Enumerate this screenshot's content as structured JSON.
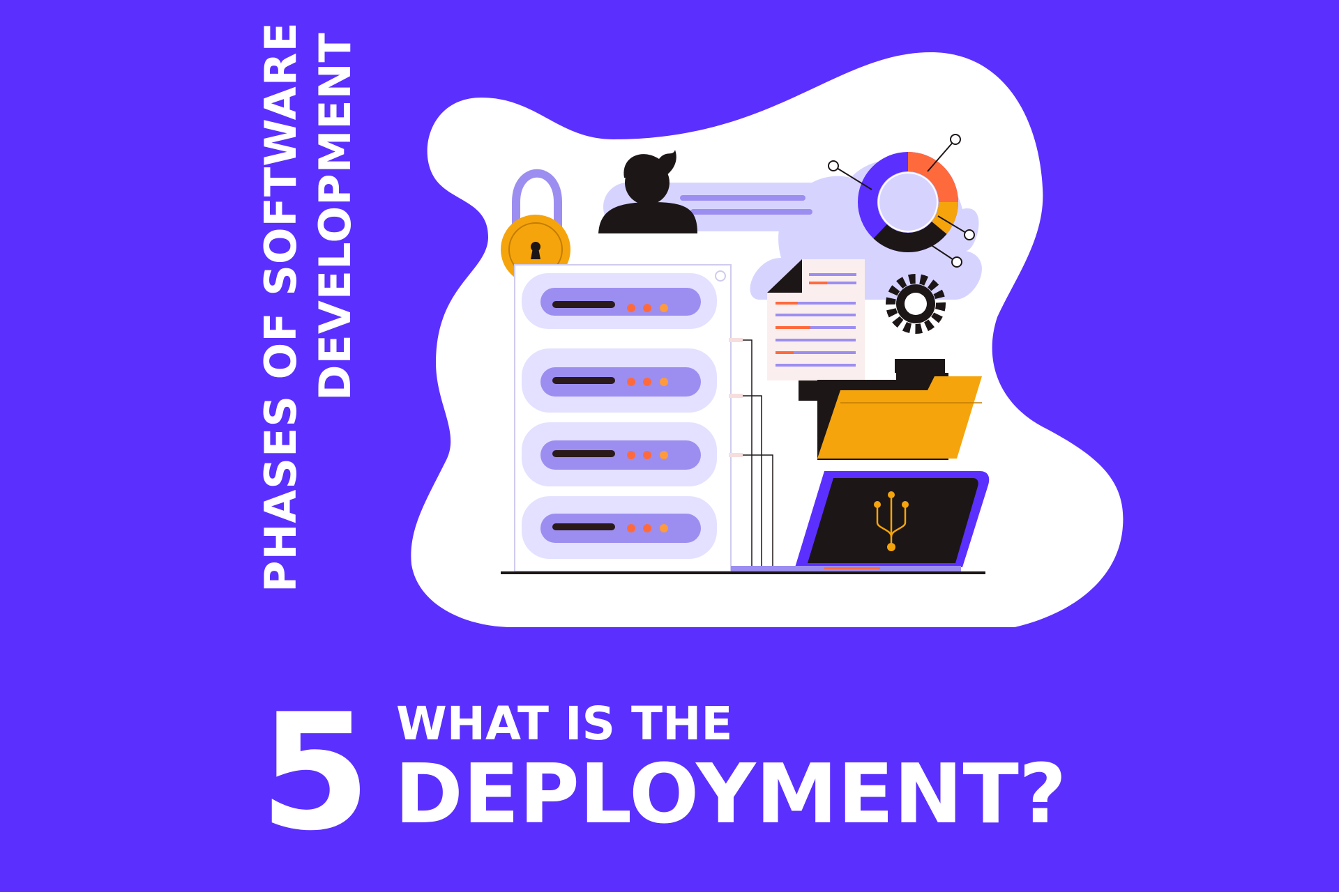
{
  "vertical_title": {
    "line1": "PHASES OF SOFTWARE",
    "line2": "DEVELOPMENT"
  },
  "step": {
    "number": "5"
  },
  "question": {
    "line1": "WHAT IS THE",
    "line2": "DEPLOYMENT?"
  },
  "colors": {
    "background": "#5b30ff",
    "blob": "#ffffff",
    "lavender": "#d6d4ff",
    "violet": "#9c8ef0",
    "orange": "#f5a40c",
    "coral": "#ff6a3d",
    "dark": "#1d1617"
  },
  "icons": [
    "padlock-icon",
    "user-icon",
    "donut-chart-icon",
    "gear-icon",
    "document-icon",
    "folder-icon",
    "laptop-icon",
    "server-rack-icon",
    "cloud-icon"
  ]
}
